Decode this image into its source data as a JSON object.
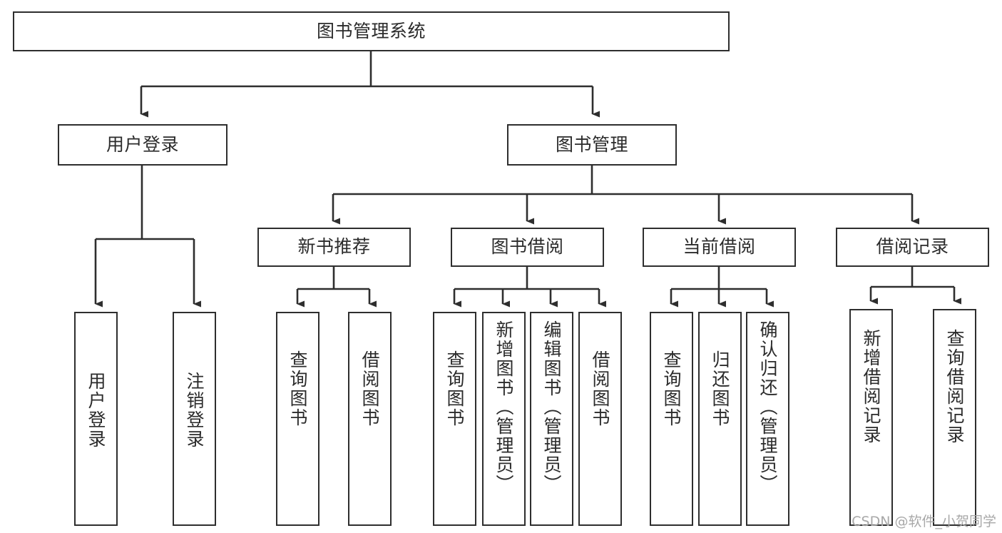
{
  "diagram": {
    "title": "图书管理系统",
    "type": "tree-hierarchy",
    "watermark": "CSDN @软件_小贺同学",
    "colors": {
      "stroke": "#2e2e2e",
      "text": "#2b2b2b",
      "background": "#ffffff",
      "watermark": "#a8a8a8"
    },
    "levels": {
      "root": {
        "label": "图书管理系统"
      },
      "level2": [
        {
          "label": "用户登录"
        },
        {
          "label": "图书管理"
        }
      ],
      "level3": [
        {
          "label": "新书推荐"
        },
        {
          "label": "图书借阅"
        },
        {
          "label": "当前借阅"
        },
        {
          "label": "借阅记录"
        }
      ],
      "leaves": {
        "under_user_login": [
          {
            "label": "用户登录"
          },
          {
            "label": "注销登录"
          }
        ],
        "under_new_book": [
          {
            "label": "查询图书"
          },
          {
            "label": "借阅图书"
          }
        ],
        "under_borrow": [
          {
            "label": "查询图书"
          },
          {
            "label": "新增图书（管理员）"
          },
          {
            "label": "编辑图书（管理员）"
          },
          {
            "label": "借阅图书"
          }
        ],
        "under_current": [
          {
            "label": "查询图书"
          },
          {
            "label": "归还图书"
          },
          {
            "label": "确认归还（管理员）"
          }
        ],
        "under_records": [
          {
            "label": "新增借阅记录"
          },
          {
            "label": "查询借阅记录"
          }
        ]
      }
    }
  }
}
